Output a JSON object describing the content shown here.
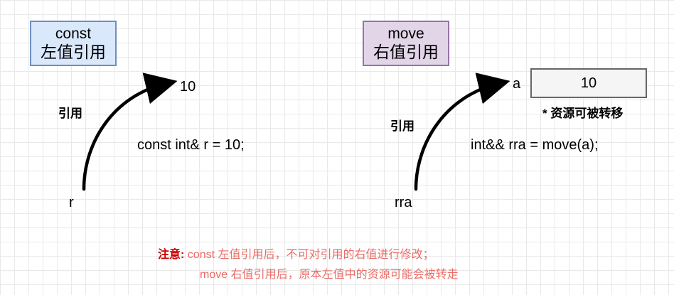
{
  "left_panel": {
    "box_line1": "const",
    "box_line2": "左值引用",
    "value": "10",
    "ref_label": "引用",
    "code": "const int& r = 10;",
    "var": "r"
  },
  "right_panel": {
    "box_line1": "move",
    "box_line2": "右值引用",
    "var_a": "a",
    "value": "10",
    "resource_note": "* 资源可被转移",
    "ref_label": "引用",
    "code": "int&& rra = move(a);",
    "var": "rra"
  },
  "note": {
    "prefix": "注意:",
    "line1": "const 左值引用后，不可对引用的右值进行修改；",
    "line2": "move 右值引用后，原本左值中的资源可能会被转走"
  },
  "colors": {
    "const_box_fill": "#dae8fc",
    "const_box_stroke": "#6c8ebf",
    "move_box_fill": "#e1d5e7",
    "move_box_stroke": "#9673a6",
    "value_box_fill": "#f5f5f5",
    "value_box_stroke": "#666666",
    "note_text": "#ea6b66",
    "note_prefix": "#cc0000"
  }
}
